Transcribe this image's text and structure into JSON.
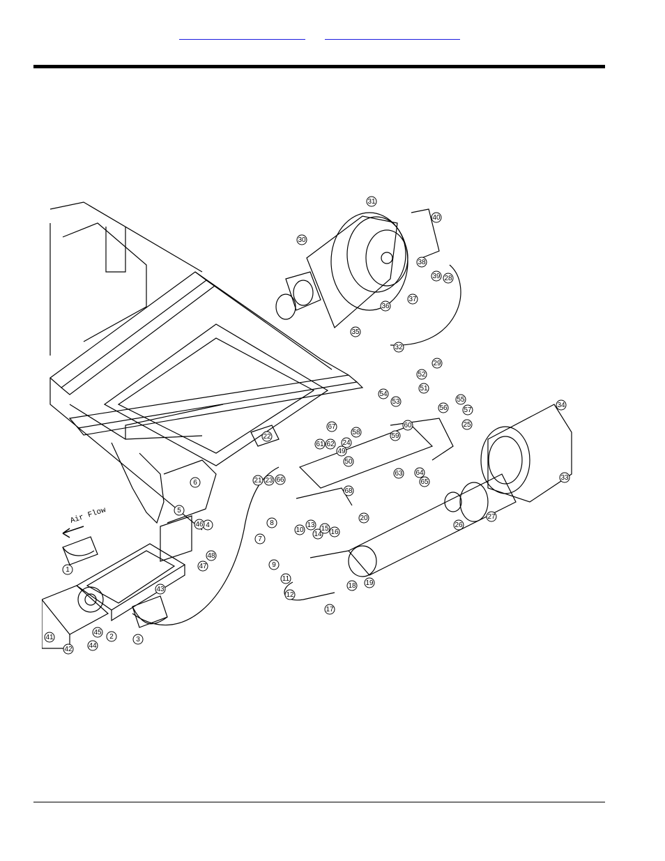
{
  "header": {
    "link_left": "",
    "link_right": ""
  },
  "diagram": {
    "flow_label": "Air Flow",
    "callouts": [
      "1",
      "2",
      "3",
      "4",
      "5",
      "6",
      "7",
      "8",
      "9",
      "10",
      "11",
      "12",
      "13",
      "14",
      "15",
      "16",
      "17",
      "18",
      "19",
      "20",
      "21",
      "22",
      "23",
      "24",
      "25",
      "26",
      "27",
      "28",
      "29",
      "30",
      "31",
      "32",
      "33",
      "34",
      "35",
      "36",
      "37",
      "38",
      "39",
      "40",
      "41",
      "42",
      "43",
      "44",
      "45",
      "46",
      "47",
      "48",
      "49",
      "50",
      "51",
      "52",
      "53",
      "54",
      "55",
      "56",
      "57",
      "58",
      "59",
      "60",
      "61",
      "62",
      "63",
      "64",
      "65",
      "66",
      "67",
      "68"
    ]
  }
}
